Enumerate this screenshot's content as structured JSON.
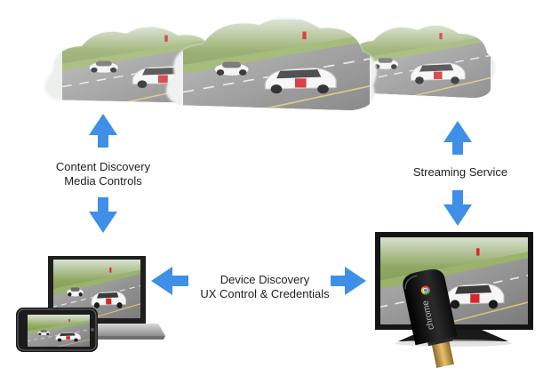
{
  "labels": {
    "content_line1": "Content Discovery",
    "content_line2": "Media Controls",
    "streaming": "Streaming Service",
    "device_line1": "Device Discovery",
    "device_line2": "UX Control & Credentials",
    "dongle_brand": "chrome"
  },
  "colors": {
    "arrow_blue": "#3d8fe8",
    "road": "#8c8c8c",
    "grass": "#7e9a55",
    "car": "#f2f2f2",
    "device_frame": "#2a2a2a",
    "dongle": "#111111"
  }
}
